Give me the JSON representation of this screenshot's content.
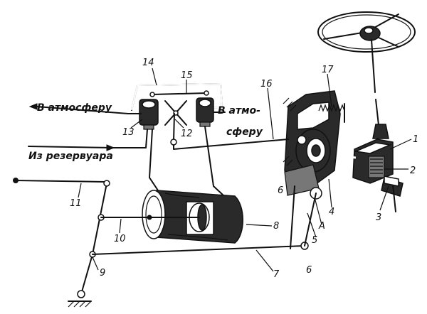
{
  "captions": {
    "to_atmosphere_left": "В атмосферу",
    "to_atmosphere_right_1": "В атмо-",
    "to_atmosphere_right_2": "сферу",
    "from_reservoir": "Из резервуара"
  },
  "labels": {
    "l1": "1",
    "l2": "2",
    "l3": "3",
    "l4": "4",
    "l5": "5",
    "l6a": "6",
    "l6b": "6",
    "l7": "7",
    "l8": "8",
    "l9": "9",
    "l10": "10",
    "l11": "11",
    "l12": "12",
    "l13": "13",
    "l14": "14",
    "l15": "15",
    "l16": "16",
    "l17": "17",
    "lA": "A"
  }
}
